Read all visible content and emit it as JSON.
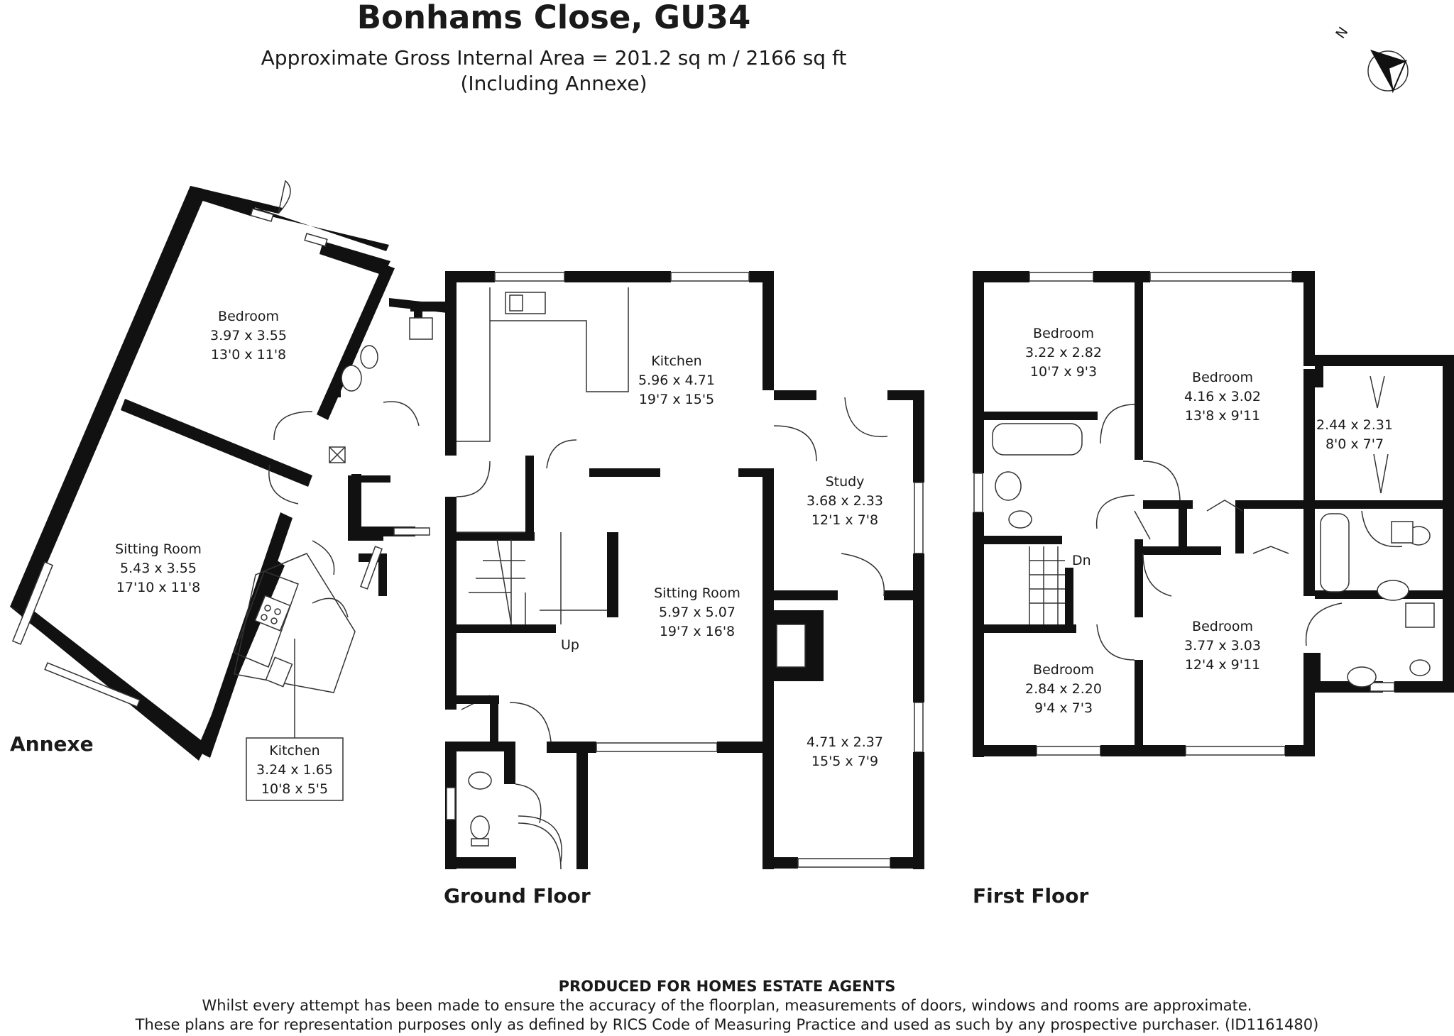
{
  "header": {
    "title": "Bonhams Close, GU34",
    "area_line": "Approximate Gross Internal Area = 201.2 sq m / 2166 sq ft",
    "annexe_note": "(Including Annexe)"
  },
  "compass": {
    "label": "N"
  },
  "floors": {
    "annexe": {
      "label": "Annexe"
    },
    "ground": {
      "label": "Ground Floor"
    },
    "first": {
      "label": "First Floor"
    }
  },
  "rooms": {
    "annexe_bedroom": {
      "name": "Bedroom",
      "metric": "3.97 x 3.55",
      "imperial": "13'0 x 11'8"
    },
    "annexe_sitting": {
      "name": "Sitting Room",
      "metric": "5.43 x 3.55",
      "imperial": "17'10 x 11'8"
    },
    "annexe_kitchen": {
      "name": "Kitchen",
      "metric": "3.24 x 1.65",
      "imperial": "10'8 x 5'5"
    },
    "ground_kitchen": {
      "name": "Kitchen",
      "metric": "5.96 x 4.71",
      "imperial": "19'7 x 15'5"
    },
    "ground_sitting": {
      "name": "Sitting Room",
      "metric": "5.97 x 5.07",
      "imperial": "19'7 x 16'8"
    },
    "ground_study": {
      "name": "Study",
      "metric": "3.68 x 2.33",
      "imperial": "12'1 x 7'8"
    },
    "ground_garage": {
      "metric": "4.71 x 2.37",
      "imperial": "15'5 x 7'9"
    },
    "first_bed1": {
      "name": "Bedroom",
      "metric": "3.22 x 2.82",
      "imperial": "10'7 x 9'3"
    },
    "first_bed2": {
      "name": "Bedroom",
      "metric": "4.16 x 3.02",
      "imperial": "13'8 x 9'11"
    },
    "first_dressing": {
      "metric": "2.44 x 2.31",
      "imperial": "8'0 x 7'7"
    },
    "first_bed3": {
      "name": "Bedroom",
      "metric": "3.77 x 3.03",
      "imperial": "12'4 x 9'11"
    },
    "first_bed4": {
      "name": "Bedroom",
      "metric": "2.84 x 2.20",
      "imperial": "9'4 x 7'3"
    }
  },
  "stairs": {
    "up": "Up",
    "down": "Dn"
  },
  "footer": {
    "producer": "PRODUCED FOR HOMES ESTATE AGENTS",
    "line1": "Whilst every attempt has been made to ensure the accuracy of the floorplan, measurements of doors, windows and rooms are approximate.",
    "line2": "These plans are for representation purposes only as defined by RICS Code of Measuring Practice and used as such by any prospective purchaser. (ID1161480)"
  },
  "colors": {
    "wall": "#111111",
    "background": "#ffffff",
    "fixture": "#555555"
  }
}
